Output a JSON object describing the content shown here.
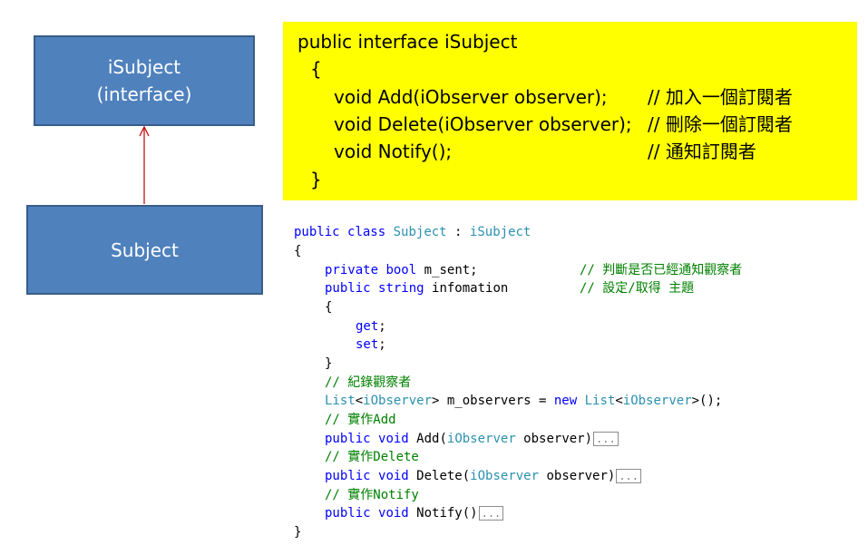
{
  "diagram": {
    "parent_box": {
      "line1": "iSubject",
      "line2": "(interface)"
    },
    "child_box": {
      "label": "Subject"
    },
    "arrow_color": "#c00000",
    "box_fill": "#4f81bd",
    "panel_fill": "#ffff00"
  },
  "interface_snippet": {
    "decl": "public interface iSubject",
    "open_brace": "{",
    "add_sig": "void Add(iObserver observer);",
    "add_comment": "// 加入一個訂閱者",
    "delete_sig": "void Delete(iObserver observer);",
    "delete_comment": "// 刪除一個訂閱者",
    "notify_sig": "void Notify();",
    "notify_comment": "// 通知訂閱者",
    "close_brace": "}"
  },
  "code": {
    "l1_public": "public",
    "l1_class": "class",
    "l1_name": "Subject",
    "l1_colon": " : ",
    "l1_base": "iSubject",
    "l2": "{",
    "l3_private": "private",
    "l3_bool": "bool",
    "l3_field": " m_sent;",
    "l3_comment": "// 判斷是否已經通知觀察者",
    "l4_public": "public",
    "l4_string": "string",
    "l4_field": " infomation",
    "l4_comment": "// 設定/取得 主題",
    "l5": "{",
    "l6_get": "get",
    "l6_semi": ";",
    "l7_set": "set",
    "l7_semi": ";",
    "l8": "}",
    "l9_comment": "// 紀錄觀察者",
    "l10_list1": "List",
    "l10_lt1": "<",
    "l10_iobs1": "iObserver",
    "l10_mid": "> m_observers = ",
    "l10_new": "new",
    "l10_sp": " ",
    "l10_list2": "List",
    "l10_lt2": "<",
    "l10_iobs2": "iObserver",
    "l10_end": ">();",
    "l11_comment": "// 實作Add",
    "l12_public": "public",
    "l12_void": "void",
    "l12_name": " Add(",
    "l12_type": "iObserver",
    "l12_param": " observer)",
    "l12_fold": "...",
    "l13_comment": "// 實作Delete",
    "l14_public": "public",
    "l14_void": "void",
    "l14_name": " Delete(",
    "l14_type": "iObserver",
    "l14_param": " observer)",
    "l14_fold": "...",
    "l15_comment": "// 實作Notify",
    "l16_public": "public",
    "l16_void": "void",
    "l16_name": " Notify()",
    "l16_fold": "...",
    "l17": "}"
  }
}
